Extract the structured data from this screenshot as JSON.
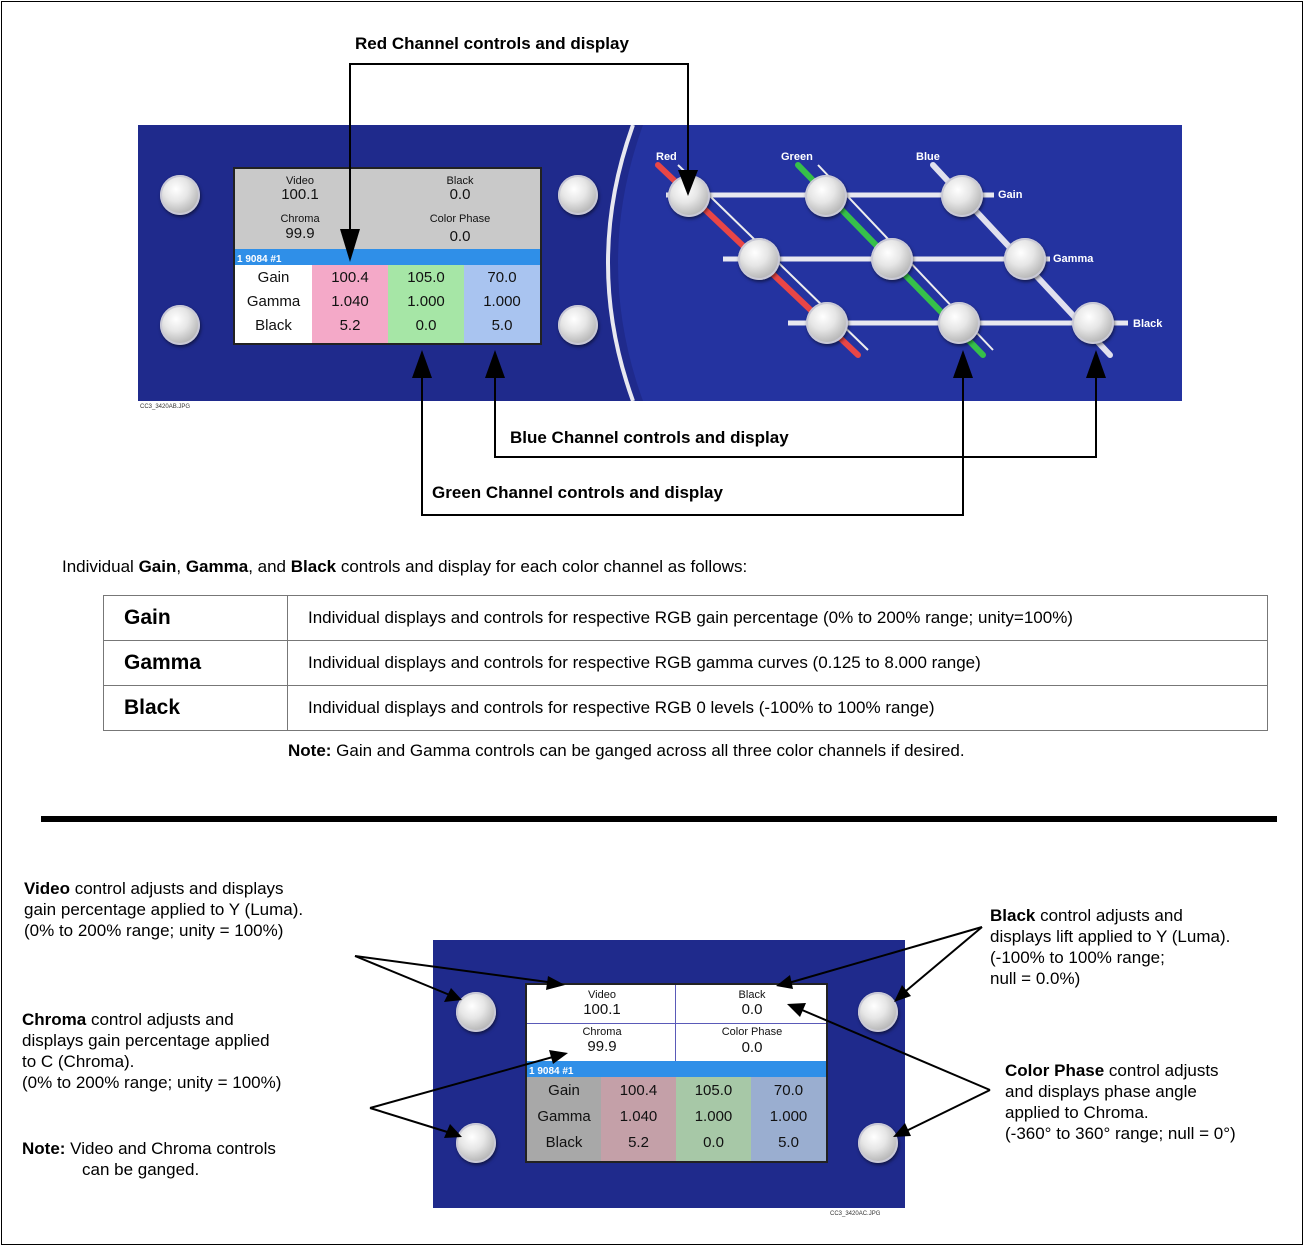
{
  "top_figure": {
    "labels": {
      "red": "Red Channel controls and display",
      "blue": "Blue Channel controls and display",
      "green": "Green Channel controls and display"
    },
    "panel_channel_labels": [
      "Red",
      "Green",
      "Blue"
    ],
    "panel_row_labels": [
      "Gain",
      "Gamma",
      "Black"
    ],
    "lcd": {
      "video_label": "Video",
      "video_value": "100.1",
      "black_label": "Black",
      "black_value": "0.0",
      "chroma_label": "Chroma",
      "chroma_value": "99.9",
      "phase_label": "Color Phase",
      "phase_value": "0.0",
      "status": "1 9084 #1",
      "rows": [
        {
          "label": "Gain",
          "r": "100.4",
          "g": "105.0",
          "b": "70.0"
        },
        {
          "label": "Gamma",
          "r": "1.040",
          "g": "1.000",
          "b": "1.000"
        },
        {
          "label": "Black",
          "r": "5.2",
          "g": "0.0",
          "b": "5.0"
        }
      ]
    },
    "filename": "CC3_3420AB.JPG",
    "colors": {
      "panel": "#1f2a8c",
      "red": "#f4a9c8",
      "green": "#a6e6a6",
      "blue": "#a9c4f0",
      "status_bar": "#2f8fe8"
    }
  },
  "intro": {
    "prefix": "Individual ",
    "gain": "Gain",
    "sep1": ", ",
    "gamma": "Gamma",
    "sep2": ", and ",
    "black": "Black",
    "suffix": " controls and display for each color channel as follows:"
  },
  "params_table": [
    {
      "name": "Gain",
      "desc": "Individual displays and controls for respective RGB gain percentage (0% to 200% range; unity=100%)"
    },
    {
      "name": "Gamma",
      "desc": "Individual displays and controls for respective RGB gamma curves (0.125 to 8.000 range)"
    },
    {
      "name": "Black",
      "desc": "Individual displays and controls for respective RGB 0 levels (-100% to 100% range)"
    }
  ],
  "note1": {
    "label": "Note:",
    "text": " Gain and Gamma controls can be ganged across all three color channels if desired."
  },
  "bottom_figure": {
    "video": {
      "bold": "Video",
      "l1": " control adjusts and displays",
      "l2": "gain percentage applied to Y (Luma).",
      "l3": "(0% to 200% range; unity = 100%)"
    },
    "chroma": {
      "bold": "Chroma",
      "l1": " control adjusts and",
      "l2": "displays gain percentage applied",
      "l3": "to C (Chroma).",
      "l4": "(0% to 200% range; unity = 100%)"
    },
    "note2": {
      "label": "Note:",
      "l1": " Video and Chroma controls",
      "l2": "can be ganged."
    },
    "black": {
      "bold": "Black",
      "l1": " control adjusts and",
      "l2": "displays lift applied to Y (Luma).",
      "l3": "(-100% to 100% range;",
      "l4": "null = 0.0%)"
    },
    "phase": {
      "bold": "Color Phase",
      "l1": " control adjusts",
      "l2": "and displays phase angle",
      "l3": "applied to Chroma.",
      "l4": "(-360° to 360° range; null = 0°)"
    },
    "filename": "CC3_3420AC.JPG"
  }
}
